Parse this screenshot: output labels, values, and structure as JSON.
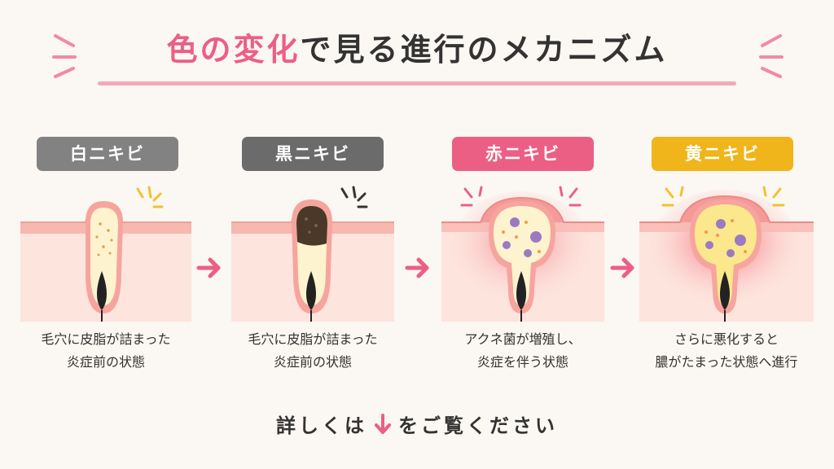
{
  "title": {
    "highlight": "色の変化",
    "rest": "で見る進行のメカニズム"
  },
  "stages": [
    {
      "label": "白ニキビ",
      "color": "#828282",
      "desc": [
        "毛穴に皮脂が詰まった",
        "炎症前の状態"
      ]
    },
    {
      "label": "黒ニキビ",
      "color": "#6b6b6b",
      "desc": [
        "毛穴に皮脂が詰まった",
        "炎症前の状態"
      ]
    },
    {
      "label": "赤ニキビ",
      "color": "#ec5f84",
      "desc": [
        "アクネ菌が増殖し、",
        "炎症を伴う状態"
      ]
    },
    {
      "label": "黄ニキビ",
      "color": "#efb51a",
      "desc": [
        "さらに悪化すると",
        "膿がたまった状態へ進行"
      ]
    }
  ],
  "footer": {
    "before": "詳しくは",
    "after": "をご覧ください",
    "arrow_icon": "down-arrow-icon"
  },
  "colors": {
    "accent": "#ec5f84",
    "underline": "#f5a9b8",
    "skin": "#fde4dd",
    "skin_top": "#f7b8b0"
  }
}
